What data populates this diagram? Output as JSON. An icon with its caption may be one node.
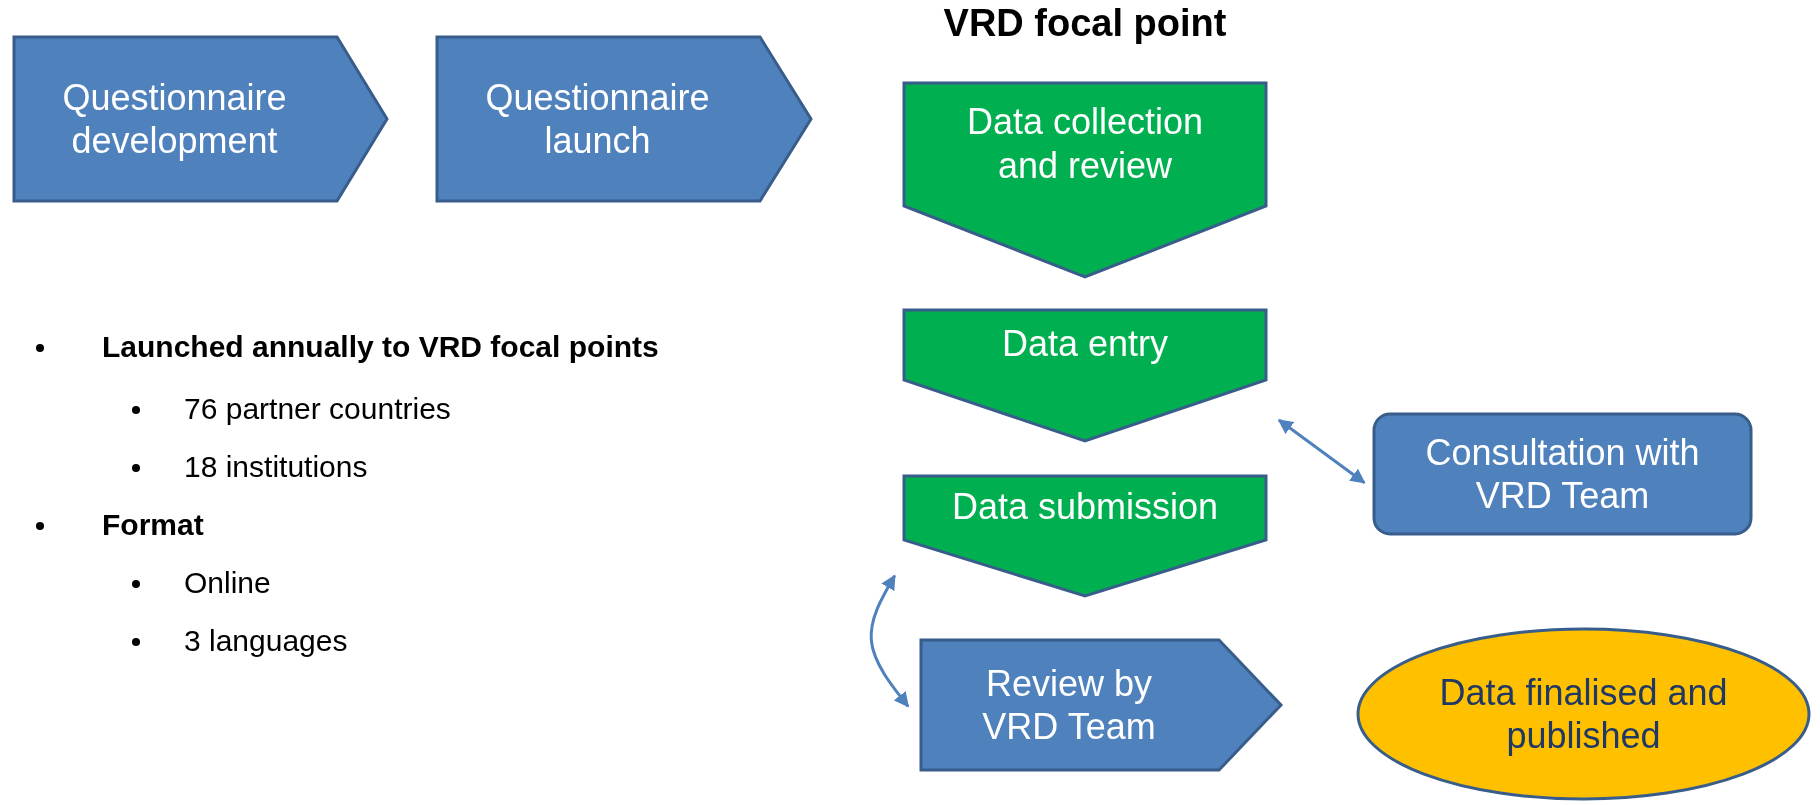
{
  "diagram": {
    "title": "VRD focal point",
    "nodes": [
      {
        "text": [
          "Questionnaire development"
        ]
      },
      {
        "text": [
          "Questionnaire launch"
        ]
      },
      {
        "text": [
          "Data collection and review"
        ]
      },
      {
        "text": [
          "Data entry"
        ]
      },
      {
        "text": [
          "Data submission"
        ]
      },
      {
        "text": [
          "Consultation with VRD Team"
        ]
      },
      {
        "text": [
          "Review by VRD Team"
        ]
      },
      {
        "text": [
          "Data finalised and published"
        ]
      }
    ],
    "edges": [
      {
        "from": 3,
        "to": 5,
        "arrow": "both"
      },
      {
        "from": 4,
        "to": 6,
        "arrow": "both"
      }
    ],
    "labels": [
      "Launched annually to VRD focal points",
      "76 partner countries",
      "18 institutions",
      "Format",
      "Online",
      "3 languages"
    ]
  }
}
